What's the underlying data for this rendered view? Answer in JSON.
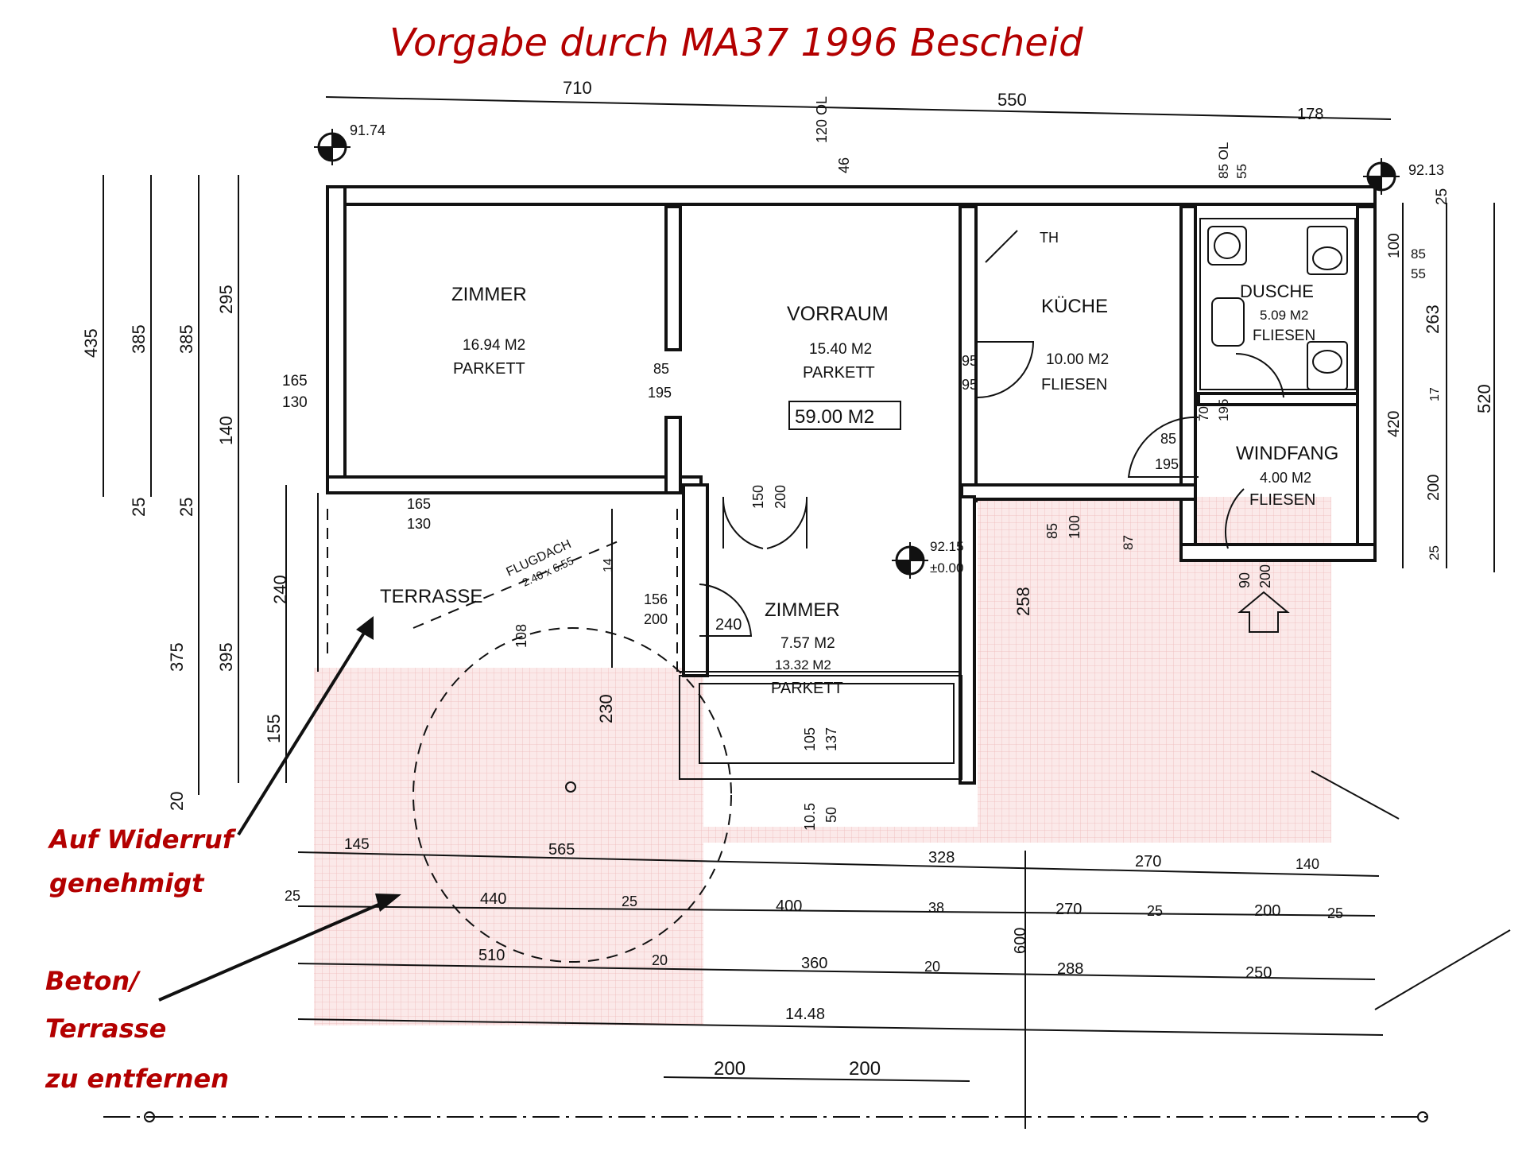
{
  "title": "Vorgabe durch MA37 1996 Bescheid",
  "annotations": {
    "widerruf": [
      "Auf Widerruf",
      "genehmigt"
    ],
    "beton": [
      "Beton/",
      "Terrasse",
      "zu entfernen"
    ]
  },
  "rooms": {
    "zimmer1": {
      "name": "ZIMMER",
      "area": "16.94 M2",
      "floor": "PARKETT"
    },
    "vorraum": {
      "name": "VORRAUM",
      "area": "15.40 M2",
      "floor": "PARKETT",
      "total": "59.00 M2"
    },
    "kueche": {
      "name": "KÜCHE",
      "area": "10.00 M2",
      "floor": "FLIESEN",
      "extra": "TH"
    },
    "dusche": {
      "name": "DUSCHE",
      "area": "5.09 M2",
      "floor": "FLIESEN"
    },
    "windfang": {
      "name": "WINDFANG",
      "area": "4.00 M2",
      "floor": "FLIESEN"
    },
    "zimmer2": {
      "name": "ZIMMER",
      "area": "7.57 M2",
      "area2": "13.32 M2",
      "floor": "PARKETT"
    },
    "terrasse": {
      "name": "TERRASSE",
      "roof1": "FLUGDACH",
      "roof2": "2.40 x 6.55"
    }
  },
  "levels": {
    "nw": "91.74",
    "ne": "92.13",
    "center_top": "92.15",
    "center_bottom": "±0.00"
  },
  "dims": {
    "top": [
      "710",
      "550",
      "178"
    ],
    "top_small": [
      "120 OL",
      "46",
      "85 OL",
      "55"
    ],
    "left": [
      "435",
      "385",
      "385",
      "295",
      "140",
      "25",
      "25",
      "240",
      "375",
      "395",
      "155",
      "20"
    ],
    "left_door": [
      "165",
      "130"
    ],
    "right": [
      "25",
      "100",
      "85",
      "55",
      "263",
      "520",
      "420",
      "200",
      "25",
      "17"
    ],
    "inner": [
      "85",
      "195",
      "95",
      "95",
      "150",
      "200",
      "70",
      "195",
      "85",
      "195",
      "165",
      "130",
      "156",
      "200",
      "108",
      "240",
      "230",
      "105",
      "137",
      "10.5",
      "50",
      "258",
      "85",
      "100",
      "87",
      "90",
      "200",
      "14"
    ],
    "bottom_row1": [
      "145",
      "565",
      "328",
      "270",
      "140"
    ],
    "bottom_row2": [
      "25",
      "440",
      "25",
      "400",
      "38",
      "270",
      "25",
      "200",
      "25"
    ],
    "bottom_row3": [
      "510",
      "20",
      "360",
      "20",
      "288",
      "250"
    ],
    "bottom_600": "600",
    "total": "14.48",
    "bottom_row5": [
      "200",
      "200"
    ]
  },
  "colors": {
    "title": "#b30000",
    "hatch": "#f2b8b8",
    "lines": "#111111"
  }
}
